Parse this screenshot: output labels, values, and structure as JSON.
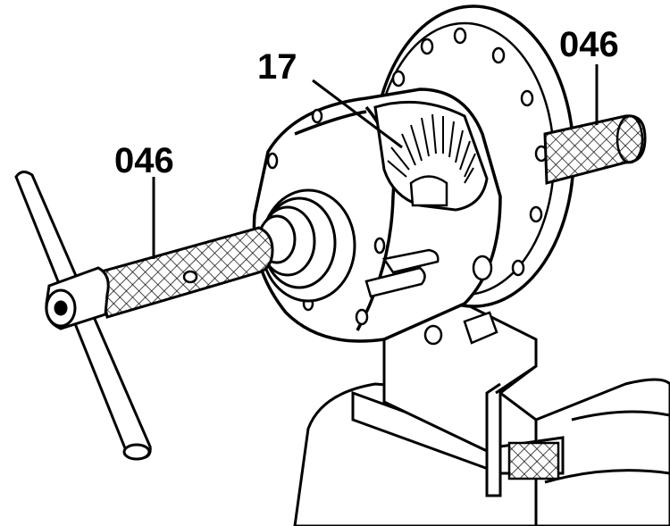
{
  "labels": {
    "part_17": "17",
    "part_046_right": "046",
    "part_046_left": "046"
  },
  "colors": {
    "ink": "#000000",
    "paper": "#ffffff"
  }
}
